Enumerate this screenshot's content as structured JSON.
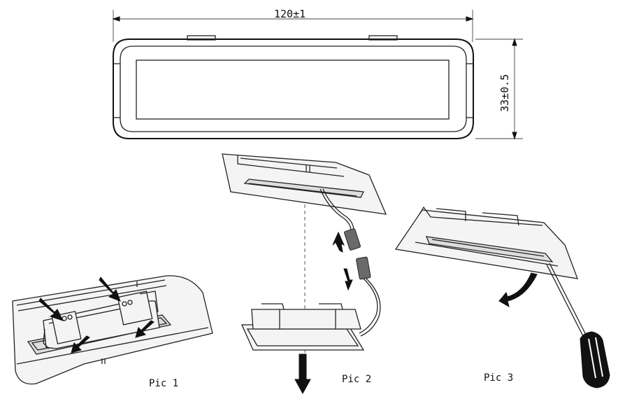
{
  "dimensions": {
    "width_label": "120±1",
    "height_label": "33±0.5"
  },
  "captions": {
    "pic1": "Pic 1",
    "pic2": "Pic 2",
    "pic3": "Pic 3"
  }
}
